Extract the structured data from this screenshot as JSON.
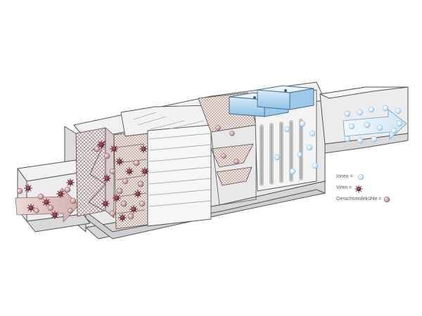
{
  "legend": {
    "items": [
      {
        "label": "Ionen =",
        "symbol": "ion"
      },
      {
        "label": "Viren =",
        "symbol": "virus"
      },
      {
        "label": "Geruchsmolekühle =",
        "symbol": "odor"
      }
    ]
  },
  "colors": {
    "ion": "#cfe6f7",
    "ion_edge": "#8fbfe2",
    "virus": "#7a2a3a",
    "odor": "#c9a3a3",
    "odor_edge": "#8e6565",
    "arrow": "#d8b8b8",
    "housing_light": "#f4f4f4",
    "housing_mid": "#e4e4e4",
    "housing_dark": "#cfcfcf",
    "outline": "#555555",
    "ionizer_blue": "#aed3ee"
  }
}
